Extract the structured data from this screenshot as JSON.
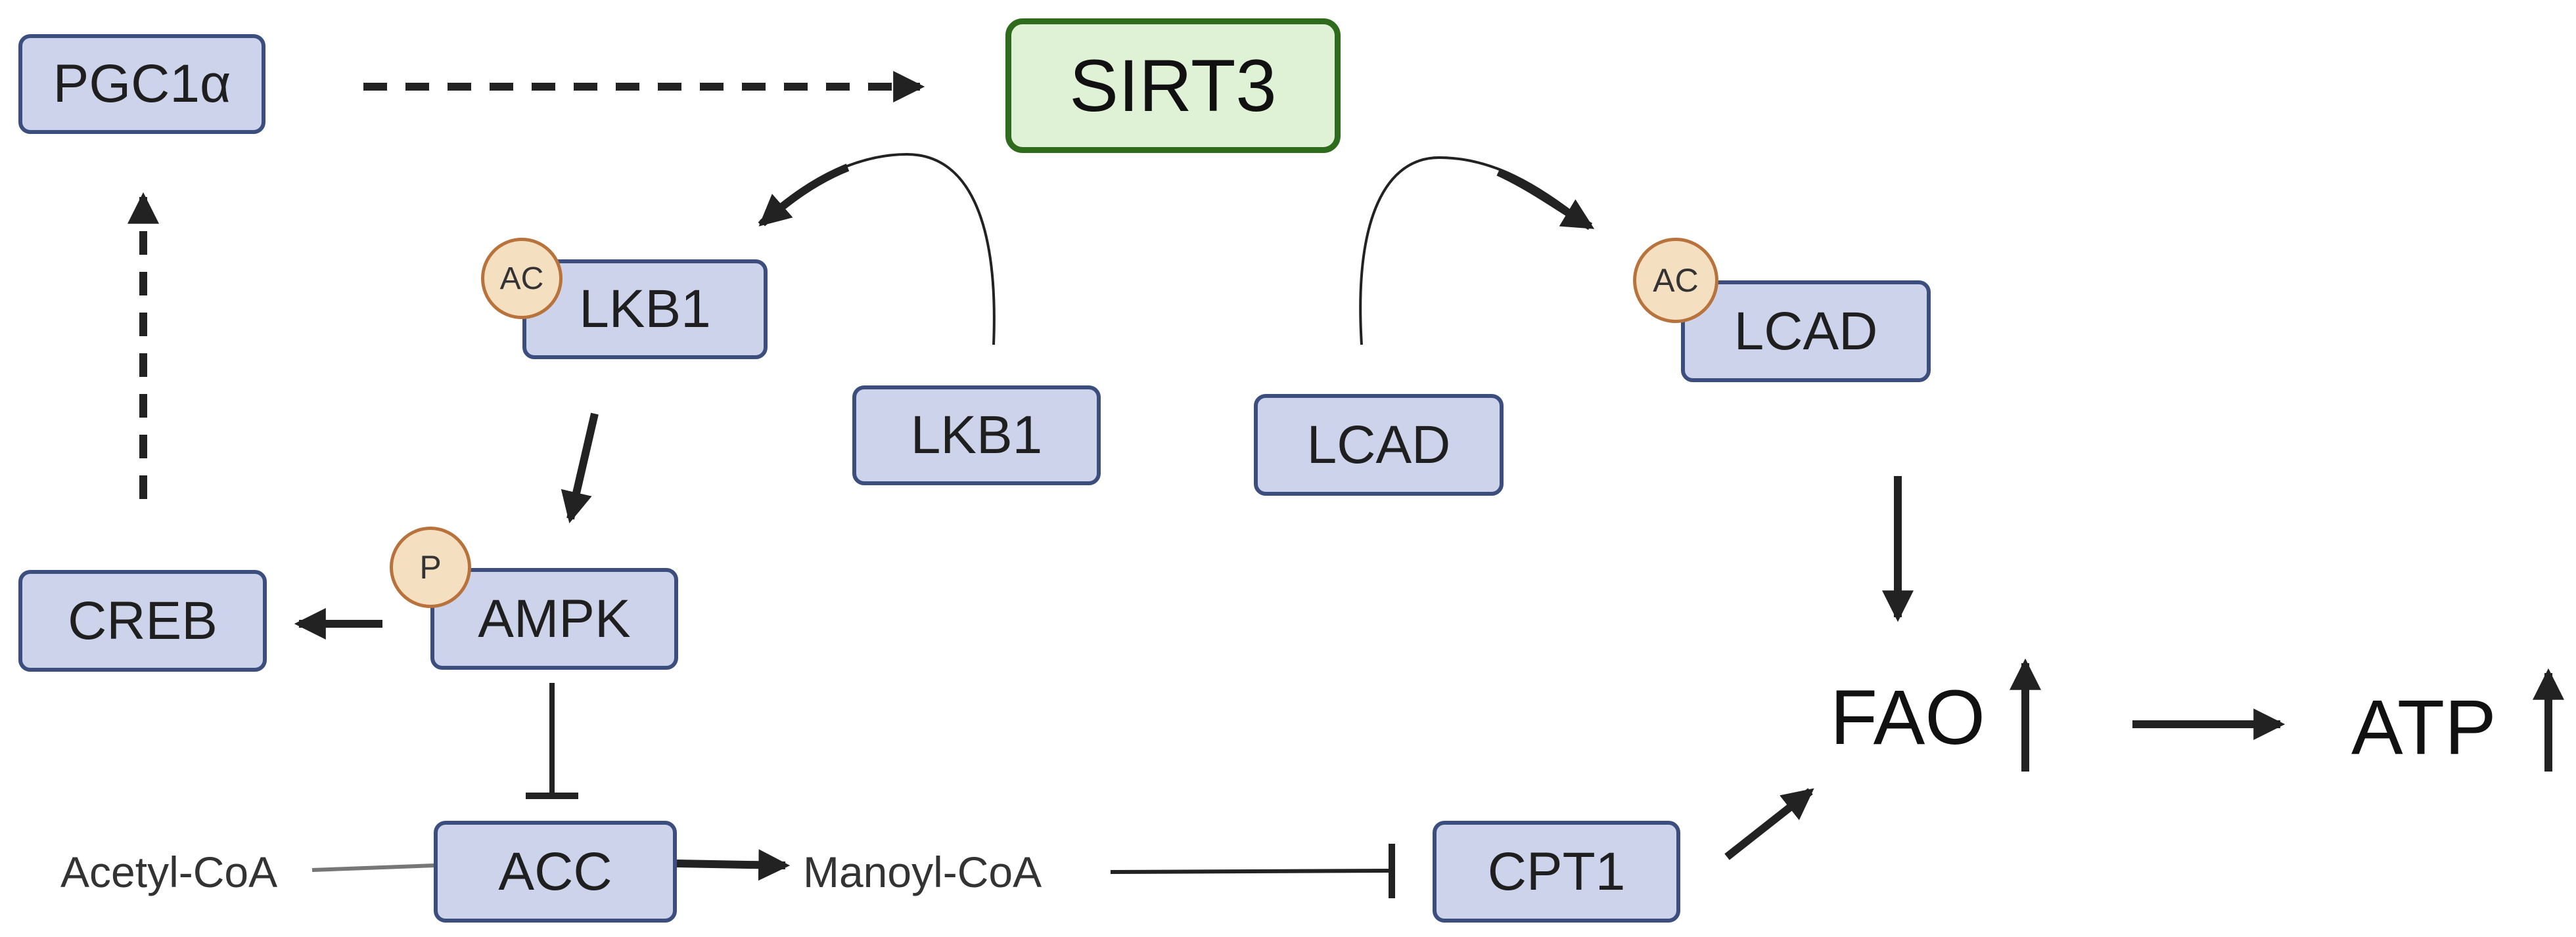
{
  "nodes": {
    "pgc1a": "PGC1α",
    "sirt3": "SIRT3",
    "lkb1_ac": "LKB1",
    "lkb1": "LKB1",
    "lcad": "LCAD",
    "lcad_ac": "LCAD",
    "creb": "CREB",
    "ampk": "AMPK",
    "acc": "ACC",
    "cpt1": "CPT1"
  },
  "badges": {
    "ac": "AC",
    "p": "P"
  },
  "labels": {
    "acetyl_coa": "Acetyl-CoA",
    "manoyl_coa": "Manoyl-CoA",
    "fao": "FAO",
    "atp": "ATP"
  },
  "colors": {
    "box_fill": "#ccd3ea",
    "box_border": "#3c4e7d",
    "sirt3_fill": "#dff2d6",
    "sirt3_border": "#2e6b1c",
    "badge_fill": "#f5dfc1",
    "badge_border": "#b8733c",
    "arrow": "#222222"
  }
}
